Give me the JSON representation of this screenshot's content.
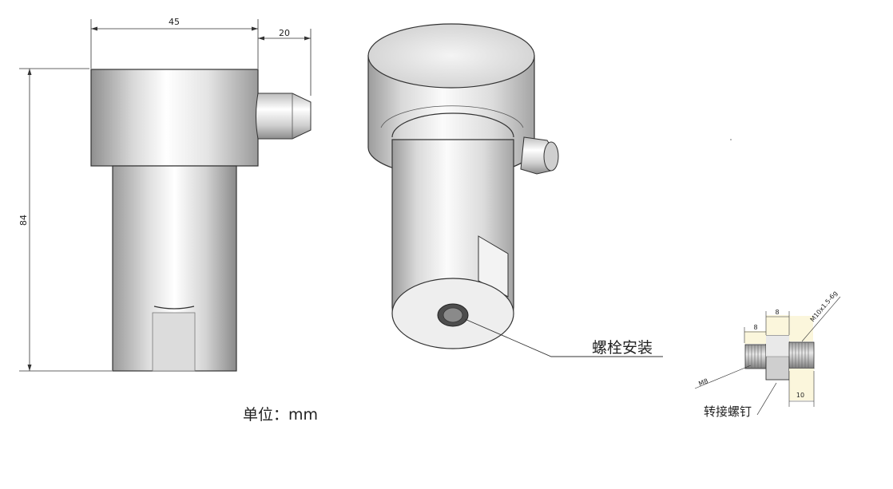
{
  "dimensions": {
    "width_top": "45",
    "nozzle_length": "20",
    "total_height": "84"
  },
  "callout": {
    "bolt_mount": "螺栓安装"
  },
  "unit_label": "单位：mm",
  "adapter": {
    "label": "转接螺钉",
    "thread_left": "M8",
    "thread_right": "M10x1.5-6g",
    "dim_left_length": "8",
    "dim_hex_width": "8",
    "dim_right_length": "10"
  }
}
